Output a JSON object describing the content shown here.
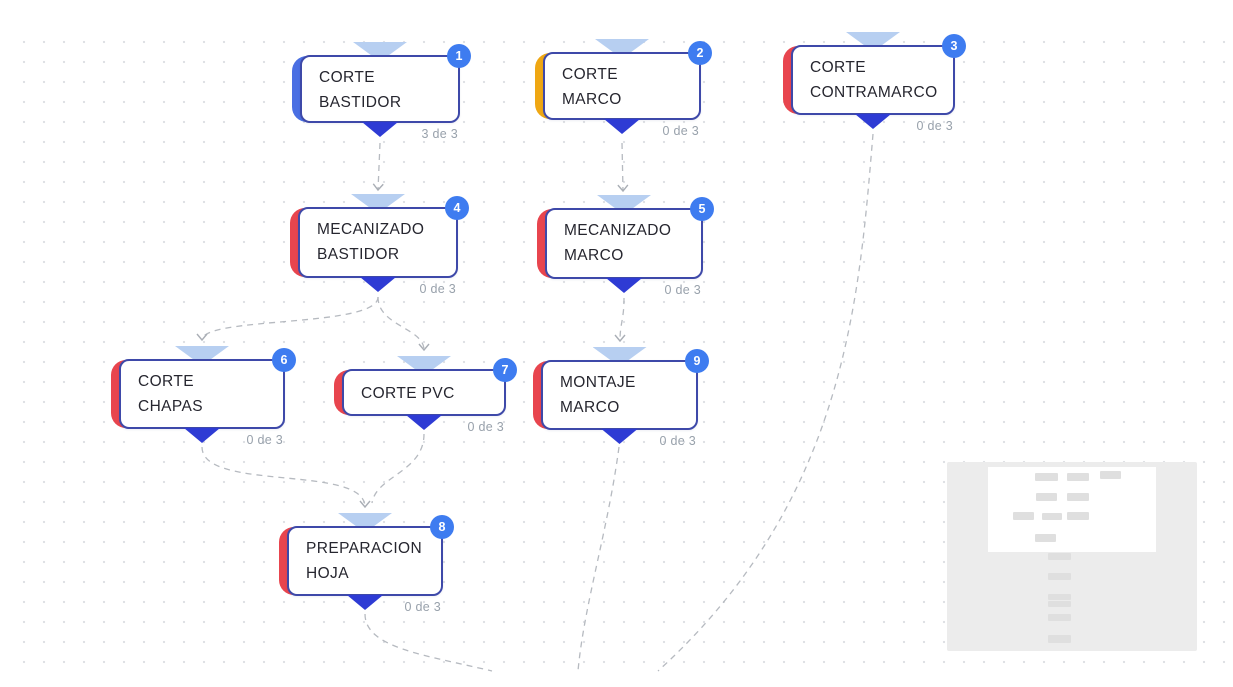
{
  "app": {
    "view": "process-flow-editor"
  },
  "colors": {
    "node_border": "#3e49a9",
    "accent_blue": "#4a6fe3",
    "accent_orange": "#efa713",
    "accent_red": "#e8454e",
    "badge_bg": "#3e7cf0",
    "badge_text": "#ffffff",
    "funnel_handle": "#b7cff1",
    "output_arrow": "#2e3bd4",
    "edge_line": "#b6bac0",
    "counter_text": "#98a1ab",
    "title_text": "#26262f",
    "dot_grid": "#dfe1e5",
    "minimap_mask": "#ececec"
  },
  "nodes": [
    {
      "badge": "1",
      "lines": [
        "CORTE",
        "BASTIDOR"
      ],
      "counter": "3 de 3",
      "accent": "#4a6fe3"
    },
    {
      "badge": "2",
      "lines": [
        "CORTE",
        "MARCO"
      ],
      "counter": "0 de 3",
      "accent": "#efa713"
    },
    {
      "badge": "3",
      "lines": [
        "CORTE",
        "CONTRAMARCO"
      ],
      "counter": "0 de 3",
      "accent": "#e8454e"
    },
    {
      "badge": "4",
      "lines": [
        "MECANIZADO",
        "BASTIDOR"
      ],
      "counter": "0 de 3",
      "accent": "#e8454e"
    },
    {
      "badge": "5",
      "lines": [
        "MECANIZADO",
        "MARCO"
      ],
      "counter": "0 de 3",
      "accent": "#e8454e"
    },
    {
      "badge": "6",
      "lines": [
        "CORTE",
        "CHAPAS"
      ],
      "counter": "0 de 3",
      "accent": "#e8454e"
    },
    {
      "badge": "7",
      "lines": [
        "CORTE PVC"
      ],
      "counter": "0 de 3",
      "accent": "#e8454e"
    },
    {
      "badge": "8",
      "lines": [
        "PREPARACION",
        "HOJA"
      ],
      "counter": "0 de 3",
      "accent": "#e8454e"
    },
    {
      "badge": "9",
      "lines": [
        "MONTAJE",
        "MARCO"
      ],
      "counter": "0 de 3",
      "accent": "#e8454e"
    }
  ],
  "edges": [
    {
      "from": "CORTE BASTIDOR",
      "to": "MECANIZADO BASTIDOR"
    },
    {
      "from": "CORTE MARCO",
      "to": "MECANIZADO MARCO"
    },
    {
      "from": "MECANIZADO BASTIDOR",
      "to": "CORTE CHAPAS"
    },
    {
      "from": "MECANIZADO BASTIDOR",
      "to": "CORTE PVC"
    },
    {
      "from": "MECANIZADO MARCO",
      "to": "MONTAJE MARCO"
    },
    {
      "from": "CORTE CHAPAS",
      "to": "PREPARACION HOJA"
    },
    {
      "from": "CORTE PVC",
      "to": "PREPARACION HOJA"
    },
    {
      "from": "PREPARACION HOJA",
      "to": "offscreen-bottom"
    },
    {
      "from": "MONTAJE MARCO",
      "to": "offscreen-bottom"
    },
    {
      "from": "CORTE CONTRAMARCO",
      "to": "offscreen-bottom"
    }
  ],
  "minimap": {
    "nodes_in_view": 9,
    "nodes_below_view": 5
  }
}
